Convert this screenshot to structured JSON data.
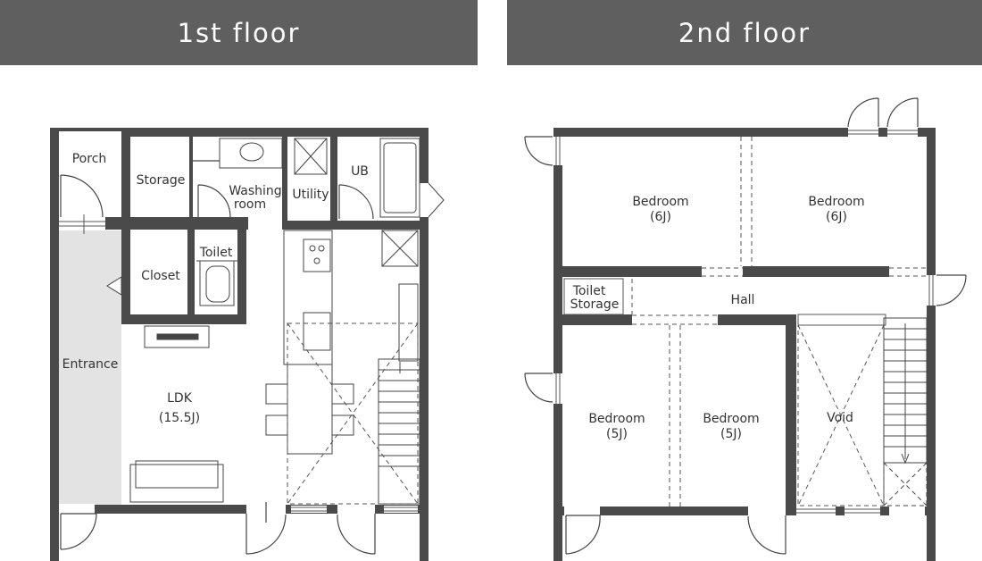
{
  "floors": [
    {
      "title": "1st floor",
      "rooms": {
        "porch": "Porch",
        "storage": "Storage",
        "washing_line1": "Washing",
        "washing_line2": "room",
        "utility": "Utility",
        "ub": "UB",
        "toilet": "Toilet",
        "closet": "Closet",
        "entrance": "Entrance",
        "ldk": "LDK",
        "ldk_size": "(15.5J)"
      }
    },
    {
      "title": "2nd floor",
      "rooms": {
        "bedroom_a": "Bedroom",
        "bedroom_a_size": "(6J)",
        "bedroom_b": "Bedroom",
        "bedroom_b_size": "(6J)",
        "toilet_line1": "Toilet",
        "storage_line2": "Storage",
        "hall": "Hall",
        "bedroom_c": "Bedroom",
        "bedroom_c_size": "(5J)",
        "bedroom_d": "Bedroom",
        "bedroom_d_size": "(5J)",
        "void": "Void"
      }
    }
  ],
  "colors": {
    "banner": "#5f5f5f",
    "wall": "#4a4a4a",
    "entrance_floor": "#e3e3e3"
  }
}
